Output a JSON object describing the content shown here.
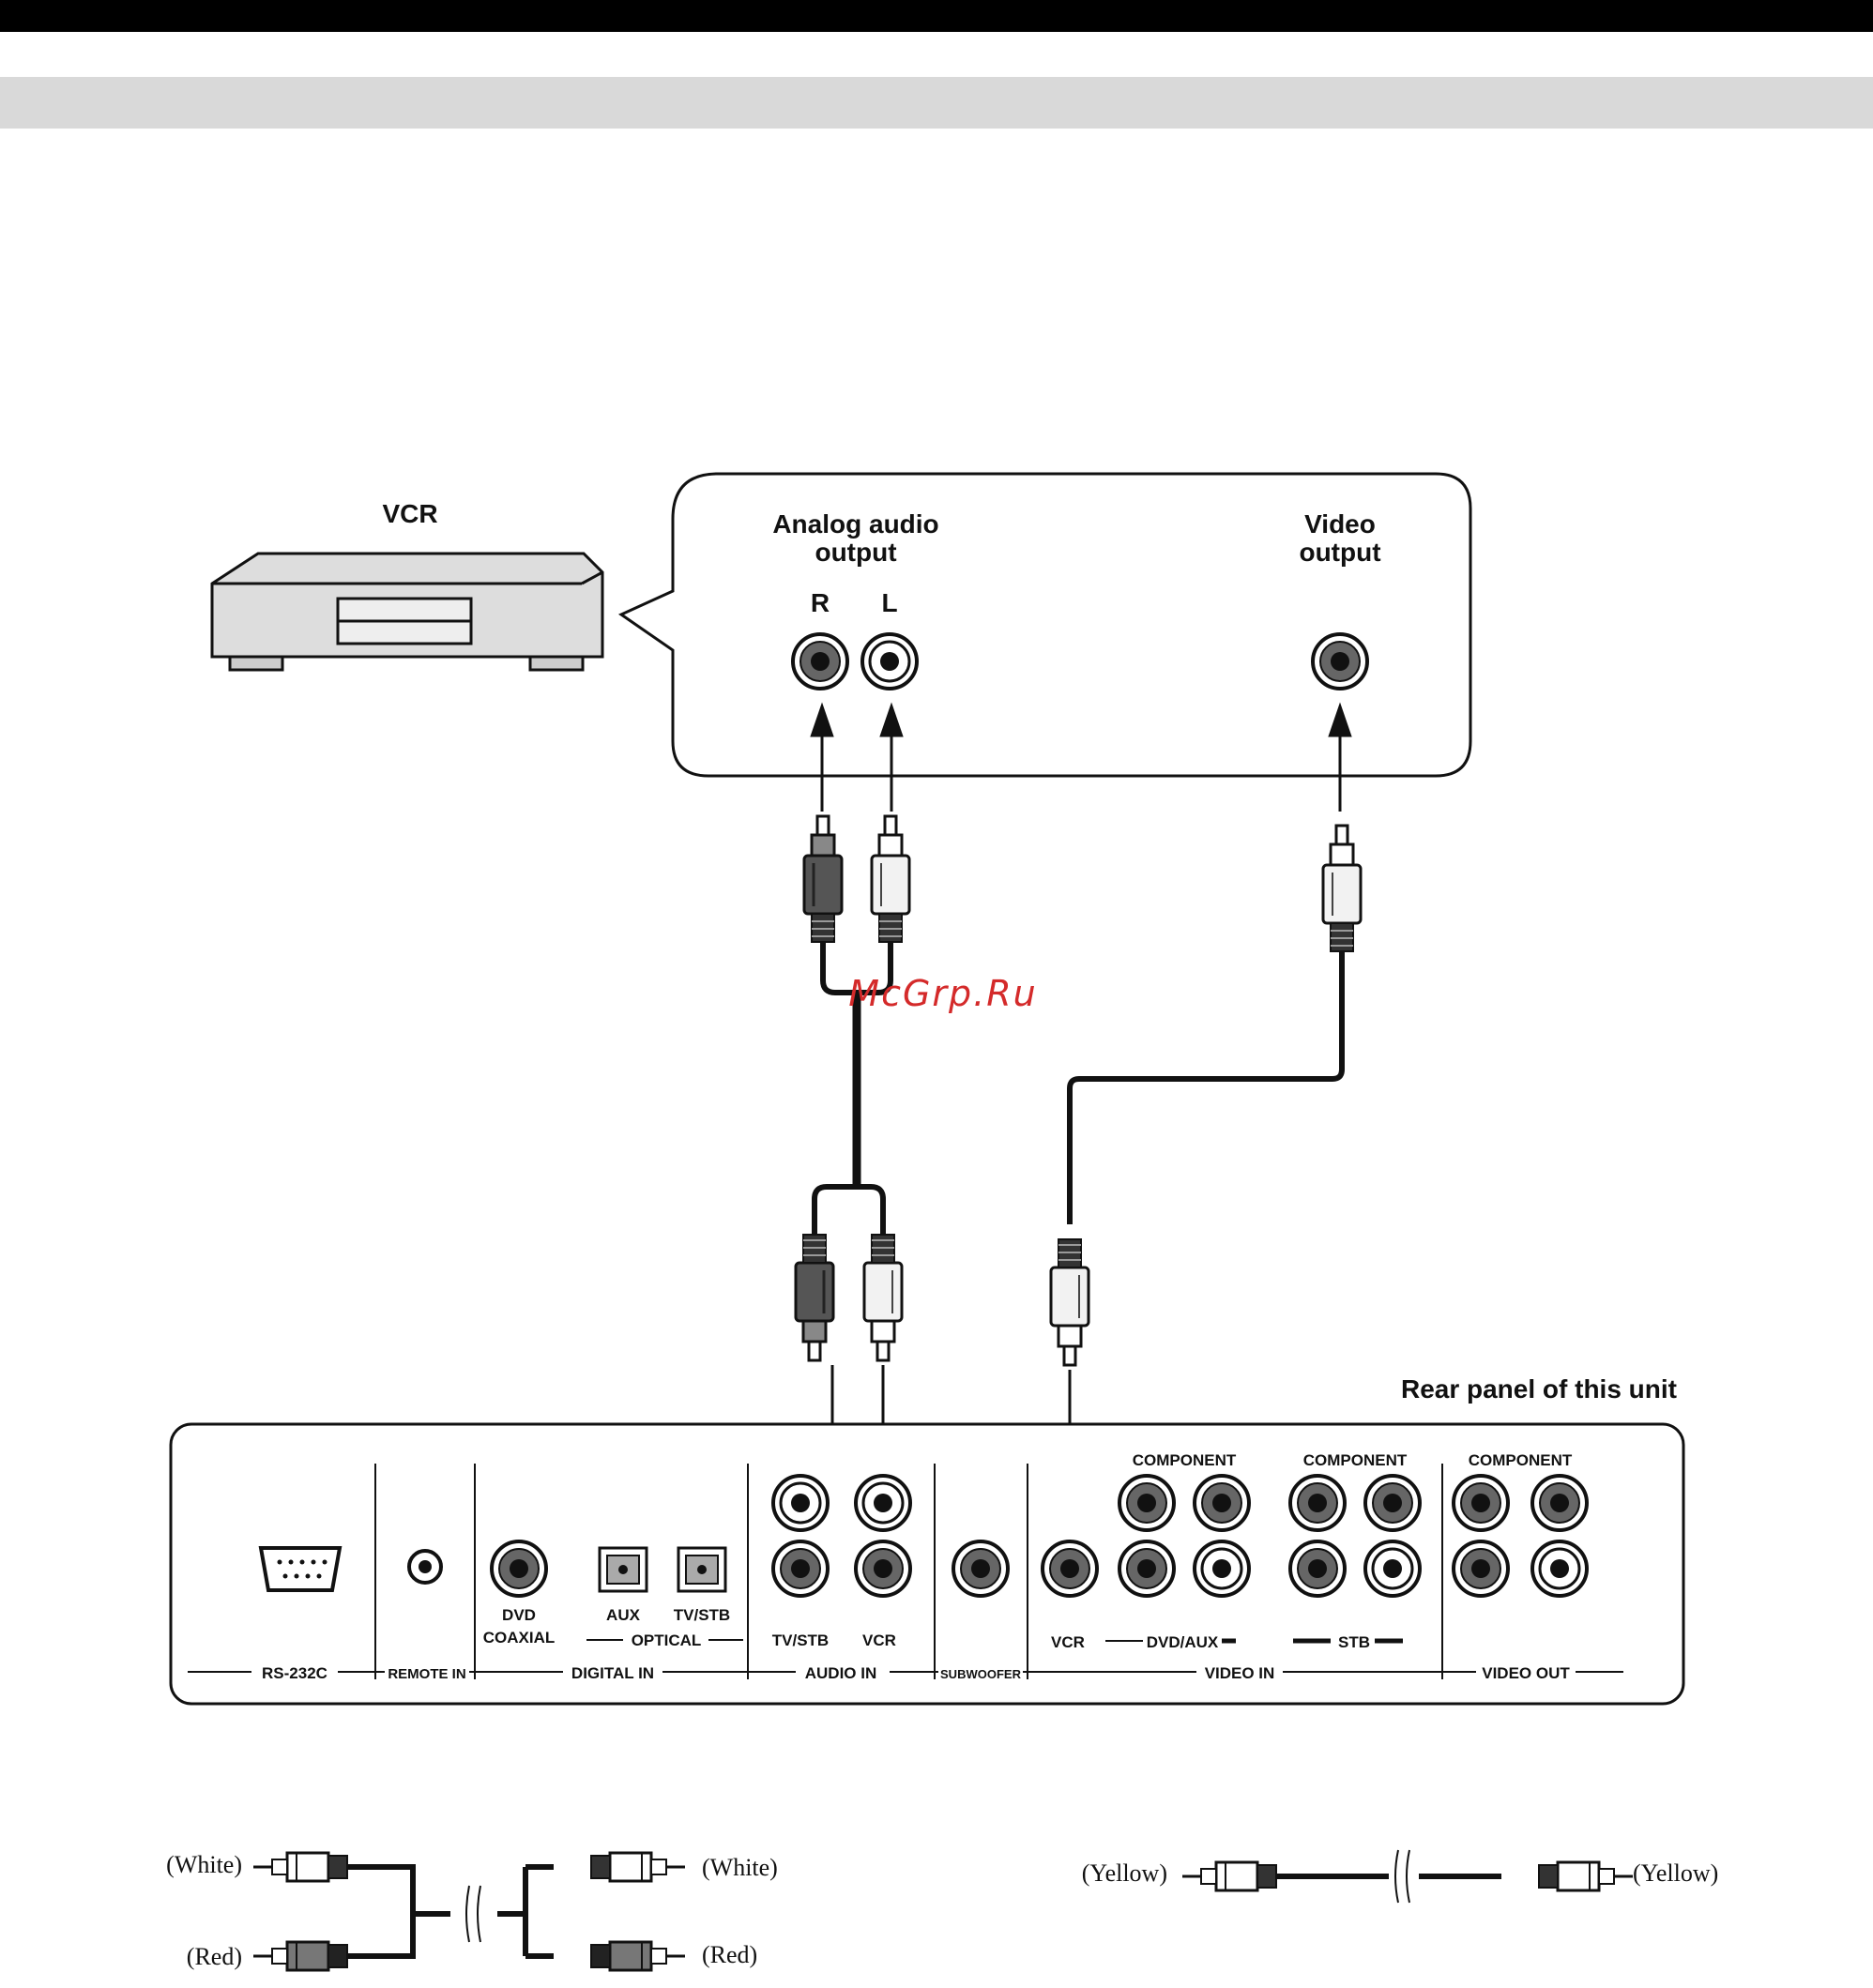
{
  "vcr": {
    "title": "VCR",
    "analog_audio_output": [
      "Analog audio",
      "output"
    ],
    "video_output": [
      "Video",
      "output"
    ],
    "channel_r": "R",
    "channel_l": "L"
  },
  "watermark": "McGrp.Ru",
  "rear_panel": {
    "title": "Rear panel of this unit",
    "component_labels": [
      "COMPONENT",
      "COMPONENT",
      "COMPONENT"
    ],
    "jack_labels": {
      "dvd": "DVD",
      "coaxial": "COAXIAL",
      "aux": "AUX",
      "tv_stb_optical": "TV/STB",
      "optical": "OPTICAL",
      "tv_stb_audio": "TV/STB",
      "vcr_audio": "VCR",
      "vcr_video": "VCR",
      "dvd_aux": "DVD/AUX",
      "stb": "STB"
    },
    "sections": {
      "rs232c": "RS-232C",
      "remote_in": "REMOTE IN",
      "digital_in": "DIGITAL IN",
      "audio_in": "AUDIO IN",
      "subwoofer": "SUBWOOFER",
      "video_in": "VIDEO IN",
      "video_out": "VIDEO OUT"
    }
  },
  "legend": {
    "audio_cable": {
      "white_left": "(White)",
      "red_left": "(Red)",
      "white_right": "(White)",
      "red_right": "(Red)"
    },
    "video_cable": {
      "yellow_left": "(Yellow)",
      "yellow_right": "(Yellow)"
    }
  },
  "colors": {
    "top_bar": "#000000",
    "sub_bar": "#d9d9d9",
    "watermark": "#d42a2a",
    "plug_dark": "#555555",
    "plug_light": "#f2f2f2"
  }
}
